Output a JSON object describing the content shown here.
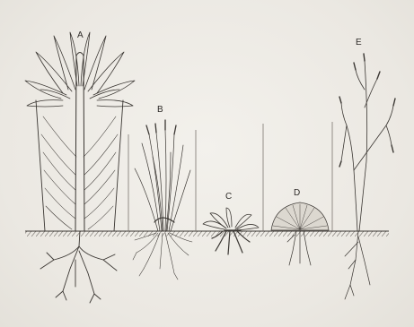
{
  "figure": {
    "labels": {
      "a": "A",
      "b": "B",
      "c": "C",
      "d": "D",
      "e": "E"
    },
    "colors": {
      "ink": "#3a3632",
      "paper": "#efede8",
      "ground_hatch": "#5a5550"
    }
  }
}
